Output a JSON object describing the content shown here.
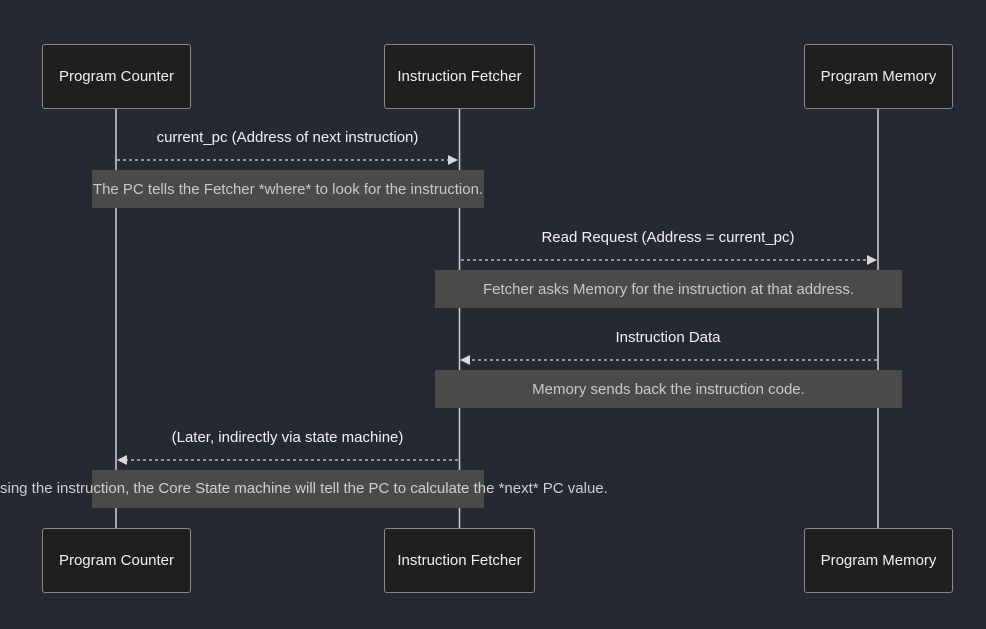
{
  "participants": {
    "pc": "Program Counter",
    "fetcher": "Instruction Fetcher",
    "memory": "Program Memory"
  },
  "messages": [
    {
      "label": "current_pc (Address of next instruction)",
      "from": "Program Counter",
      "to": "Instruction Fetcher",
      "style": "dashed"
    },
    {
      "label": "Read Request (Address = current_pc)",
      "from": "Instruction Fetcher",
      "to": "Program Memory",
      "style": "dashed"
    },
    {
      "label": "Instruction Data",
      "from": "Program Memory",
      "to": "Instruction Fetcher",
      "style": "dashed"
    },
    {
      "label": "(Later, indirectly via state machine)",
      "from": "Instruction Fetcher",
      "to": "Program Counter",
      "style": "dashed"
    }
  ],
  "notes": [
    {
      "text": "The PC tells the Fetcher *where* to look for the instruction."
    },
    {
      "text": "Fetcher asks Memory for the instruction at that address."
    },
    {
      "text": "Memory sends back the instruction code."
    },
    {
      "text": "sing the instruction, the Core State machine will tell the PC to calculate the *next* PC value."
    }
  ],
  "colors": {
    "background": "#262833",
    "actor_fill": "#1f1f1f",
    "actor_border": "#8a8a8a",
    "note_fill": "#4a4b48",
    "line": "#d0d0d0"
  }
}
